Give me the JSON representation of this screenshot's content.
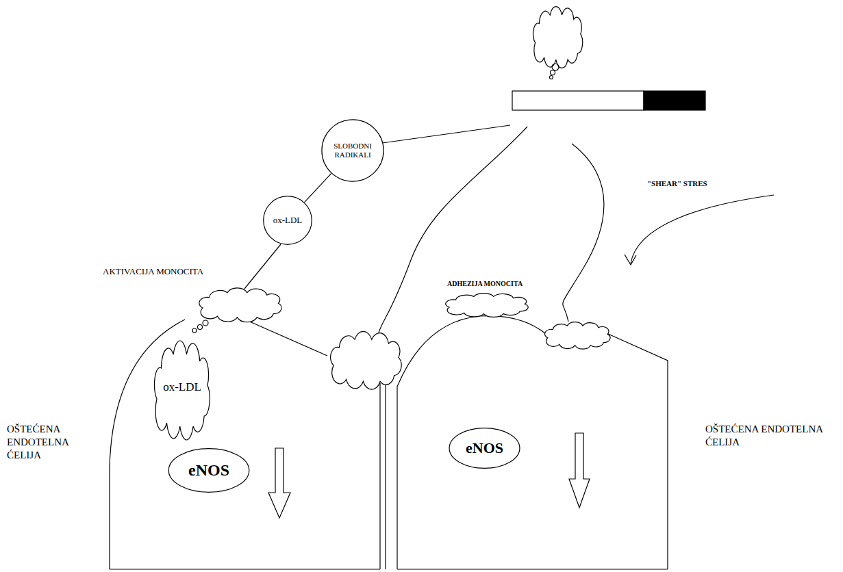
{
  "diagram": {
    "nodes": [
      {
        "text": [
          "SLOBODNI RADIKALI"
        ]
      },
      {
        "text": [
          "ox-LDL"
        ]
      },
      {
        "text": [
          "ox-LDL"
        ]
      },
      {
        "text": [
          "eNOS"
        ]
      },
      {
        "text": [
          "eNOS"
        ]
      }
    ],
    "edges": [
      {
        "from": 0,
        "to": 1,
        "arrow": "none"
      }
    ],
    "labels": [
      "\"SHEAR\" STRES",
      "AKTIVACIJA MONOCITA",
      "ADHEZIJA MONOCITA",
      "OŠTEĆENA ENDOTELNA ĆELIJA",
      "OŠTEĆENA ENDOTELNA ĆELIJA"
    ]
  }
}
